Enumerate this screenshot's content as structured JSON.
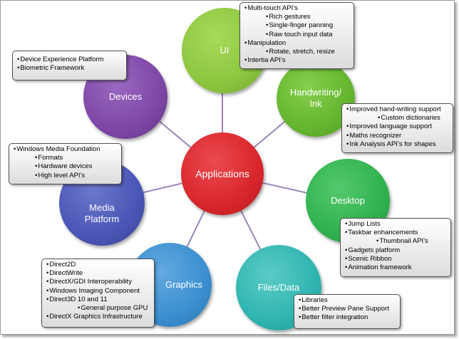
{
  "diagram": {
    "center": {
      "label": "Applications",
      "color": "#d9262c"
    },
    "nodes": [
      {
        "id": "ui",
        "label": "UI",
        "color": "#8cc63f"
      },
      {
        "id": "handwriting",
        "label": "Handwriting/ Ink",
        "color": "#64b52f"
      },
      {
        "id": "desktop",
        "label": "Desktop",
        "color": "#2fb24e"
      },
      {
        "id": "files",
        "label": "Files/Data",
        "color": "#2fb4b0"
      },
      {
        "id": "graphics",
        "label": "Graphics",
        "color": "#3b8fd0"
      },
      {
        "id": "media",
        "label": "Media Platform",
        "color": "#4a56b5"
      },
      {
        "id": "devices",
        "label": "Devices",
        "color": "#7e46a6"
      }
    ],
    "callouts": {
      "ui": [
        "Multi-touch API’s",
        "Rich gestures",
        "Single-finger panning",
        "Raw touch input data",
        "Manipulation",
        "Rotate, stretch, resize",
        "Intertia API’s"
      ],
      "handwriting": [
        "Improved hand-writing support",
        "Custom dictionaries",
        "Improved language support",
        "Maths recognizer",
        "Ink Analysis API’s for shapes"
      ],
      "desktop": [
        "Jump Lists",
        "Taskbar enhancements",
        "Thumbnail API’s",
        "Gadgets platform",
        "Scenic Ribbon",
        "Animation framework"
      ],
      "files": [
        "Libraries",
        "Better Preview Pane Support",
        "Better filter integration"
      ],
      "graphics": [
        "Direct2D",
        "DirectWrite",
        "DirectX/GDI Interoperability",
        "Windows Imaging Component",
        "Direct3D 10 and 11",
        "General purpose GPU",
        "DirectX Graphics Infrastructure"
      ],
      "media": [
        "Windows Media Foundation",
        "Formats",
        "Hardware devices",
        "High level API’s"
      ],
      "devices": [
        "Device Experience Platform",
        "Biometric Framework"
      ]
    }
  }
}
